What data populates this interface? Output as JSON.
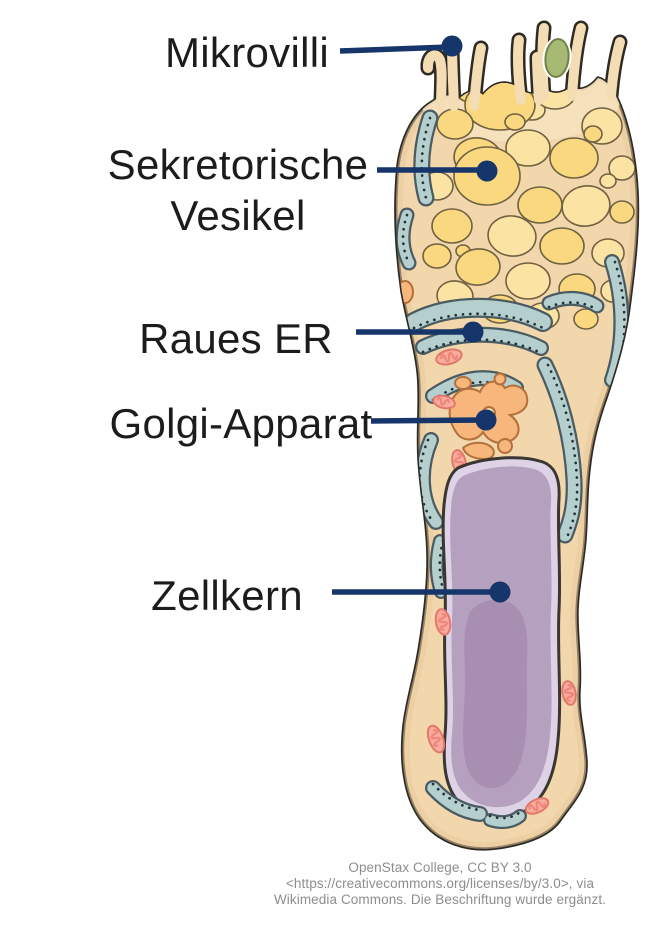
{
  "labels": {
    "mikrovilli": "Mikrovilli",
    "sekretorische_vesikel": "Sekretorische Vesikel",
    "raues_er": "Raues ER",
    "golgi_apparat": "Golgi-Apparat",
    "zellkern": "Zellkern"
  },
  "attribution": {
    "line1": "OpenStax College, CC BY 3.0",
    "line2": "<https://creativecommons.org/licenses/by/3.0>, via",
    "line3": "Wikimedia Commons. Die Beschriftung wurde ergänzt."
  },
  "colors": {
    "label_text": "#1c1c1c",
    "pointer_navy": "#16356b",
    "cytoplasm_tan": "#f2d7ad",
    "membrane_outline": "#2e2a24",
    "vesicle_yellow": "#f9d87f",
    "vesicle_yellow_light": "#fbe3a3",
    "rough_er_blue": "#b5cfce",
    "golgi_orange": "#f6b67c",
    "mitochondria_pink": "#f9ab9e",
    "nucleus_purple": "#b6a0bf",
    "nucleus_rim_lavender": "#ded3e6",
    "nucleus_inner_dark": "#a88fb2",
    "secreted_mucus_green": "#a6ba73",
    "attribution_gray": "#8d8d8d"
  }
}
